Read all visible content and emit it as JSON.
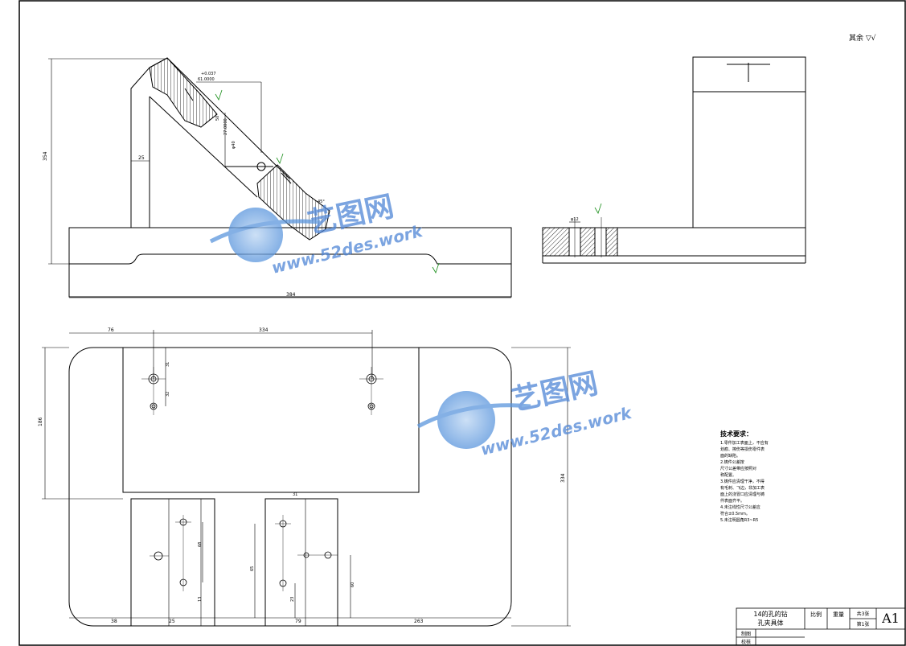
{
  "dimensions": {
    "front_height": "354",
    "front_base_width": "384",
    "front_col_width": "25",
    "front_angle": "45°",
    "front_tol": "+0.037",
    "front_tol2": "61.0000",
    "front_a": "50",
    "front_b": "27.0000",
    "front_c": "φ40",
    "side_hole": "φ12",
    "plan_left": "76",
    "plan_top": "334",
    "plan_left_h": "186",
    "plan_right_h": "334",
    "plan_31": "31",
    "plan_32": "32",
    "plan_bottom_left": "38",
    "plan_bottom_mid": "25",
    "plan_bottom_right": "263",
    "plan_bottom_79": "79",
    "plan_v1": "68",
    "plan_v2": "13",
    "plan_v3": "65",
    "plan_v4": "60",
    "plan_v5": "23",
    "plan_v6": "31"
  },
  "roughness_label": "其余",
  "watermarks": [
    {
      "cn": "艺图网",
      "url": "www.52des.work"
    },
    {
      "cn": "艺图网",
      "url": "www.52des.work"
    }
  ],
  "tech": {
    "title": "技术要求：",
    "items": [
      "1.零件加工表面上，不应有",
      "划痕、擦伤等损伤零件表",
      "面的缺陷。",
      "2.铸件公差按",
      "尺寸公差带应按照对",
      "称配置。",
      "3.铸件应清理干净，不得",
      "有毛刺、飞边，非加工表",
      "面上的浇冒口应清理与铸",
      "件表面齐平。",
      "4.未注线性尺寸公差应",
      "符合±0.5mm。",
      "5.未注明圆角R3~R5"
    ]
  },
  "title_block": {
    "name_line1": "14的孔的钻",
    "name_line2": "孔夹具体",
    "scale_label": "比例",
    "weight_label": "重量",
    "sheets_total": "共3张",
    "sheet_no": "第1张",
    "size": "A1",
    "drawn_label": "制图",
    "checked_label": "校核"
  }
}
